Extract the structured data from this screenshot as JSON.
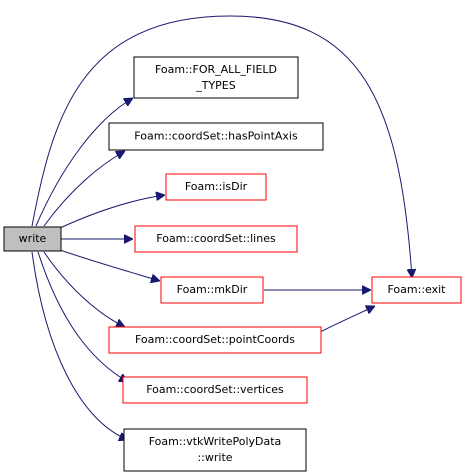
{
  "graph": {
    "source": {
      "line1": "write",
      "line2": ""
    },
    "nodes": {
      "for_all_field_types": {
        "line1": "Foam::FOR_ALL_FIELD",
        "line2": "_TYPES"
      },
      "has_point_axis": {
        "line1": "Foam::coordSet::hasPointAxis",
        "line2": ""
      },
      "is_dir": {
        "line1": "Foam::isDir",
        "line2": ""
      },
      "lines": {
        "line1": "Foam::coordSet::lines",
        "line2": ""
      },
      "mk_dir": {
        "line1": "Foam::mkDir",
        "line2": ""
      },
      "point_coords": {
        "line1": "Foam::coordSet::pointCoords",
        "line2": ""
      },
      "vertices": {
        "line1": "Foam::coordSet::vertices",
        "line2": ""
      },
      "vtk_write_poly_data": {
        "line1": "Foam::vtkWritePolyData",
        "line2": "::write"
      },
      "exit": {
        "line1": "Foam::exit",
        "line2": ""
      }
    }
  },
  "colors": {
    "edge": "#191970",
    "documented_border": "#000000",
    "undocumented_border": "#ff0000",
    "source_fill": "#bfbfbf"
  }
}
